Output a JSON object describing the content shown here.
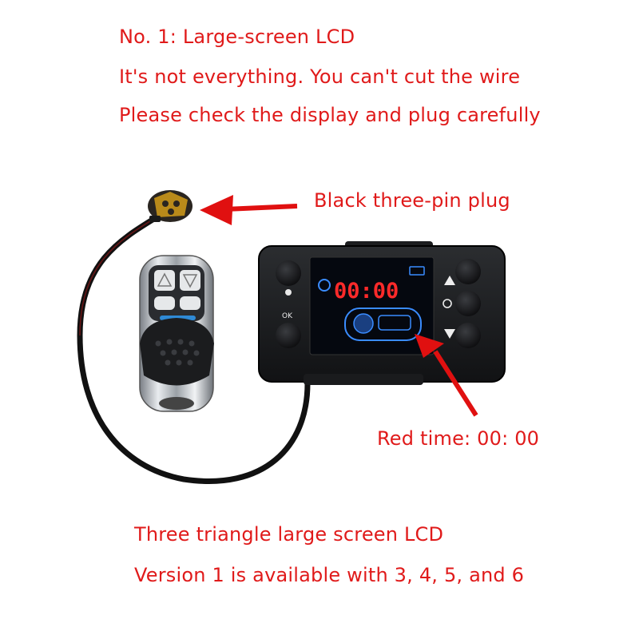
{
  "header": {
    "line1": "No. 1: Large-screen LCD",
    "line2": "It's not everything. You can't cut the wire",
    "line3": "Please check the display and plug carefully"
  },
  "callouts": {
    "plug_label": "Black three-pin plug",
    "time_label": "Red time: 00: 00"
  },
  "footer": {
    "line1": "Three triangle large screen LCD",
    "line2": "Version 1 is available with 3, 4, 5, and 6"
  },
  "controller": {
    "display_time": "00:00",
    "ok_label": "OK"
  },
  "colors": {
    "text": "#e01a1a",
    "arrow": "#e01010",
    "lcd_digits": "#ff2a2a",
    "lcd_blue": "#3a8cff"
  }
}
